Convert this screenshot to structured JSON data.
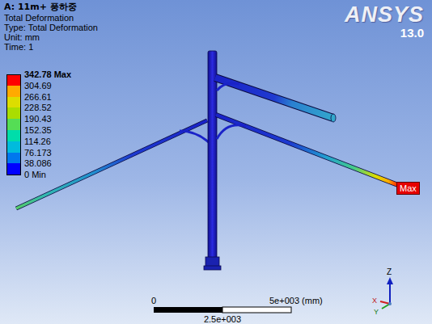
{
  "diagram": {
    "title": "A: 11m+ 풍하중",
    "nodes": [
      {
        "text": [
          "Max"
        ]
      }
    ],
    "labels": [
      "ANSYS",
      "13.0",
      "Total Deformation",
      "Type: Total Deformation",
      "Unit: mm",
      "Time: 1",
      "0 Min",
      "0",
      "5e+003 (mm)",
      "2.5e+003",
      "Z",
      "X",
      "Y"
    ],
    "legend": [
      {
        "text": "342.78 Max",
        "color": "#ff0000"
      },
      {
        "text": "304.69",
        "color": "#ffaa00"
      },
      {
        "text": "266.61",
        "color": "#dddd00"
      },
      {
        "text": "228.52",
        "color": "#aadd00"
      },
      {
        "text": "190.43",
        "color": "#55dd55"
      },
      {
        "text": "152.35",
        "color": "#00ddaa"
      },
      {
        "text": "114.26",
        "color": "#00bbdd"
      },
      {
        "text": "76.173",
        "color": "#0077ee"
      },
      {
        "text": "38.086",
        "color": "#0000ff"
      }
    ]
  }
}
